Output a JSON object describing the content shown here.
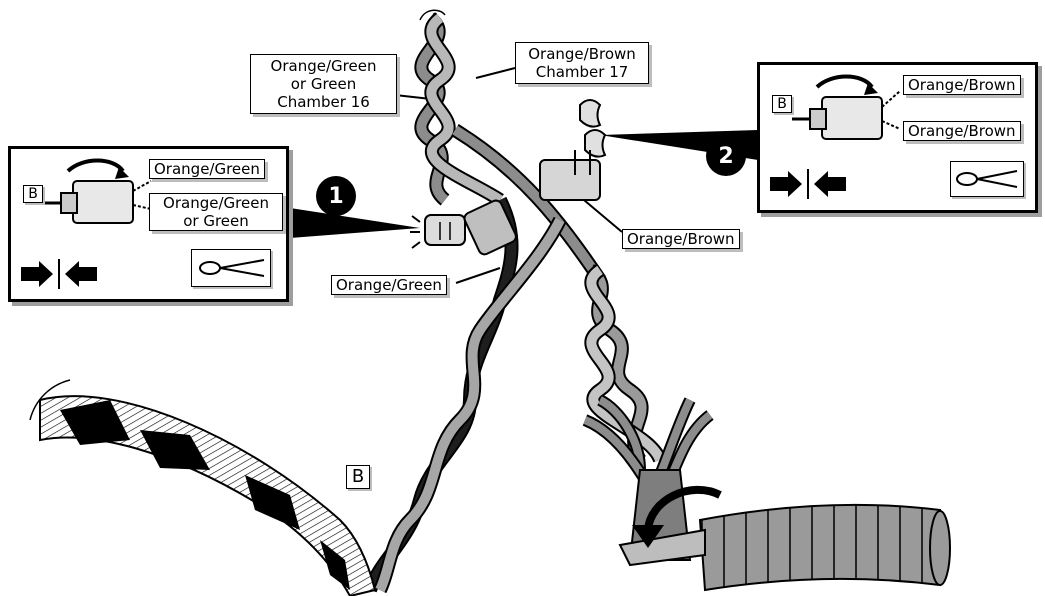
{
  "labels": {
    "top_left": "Orange/Green\nor Green\nChamber 16",
    "top_right": "Orange/Brown\nChamber 17",
    "mid_right": "Orange/Brown",
    "mid_left": "Orange/Green"
  },
  "panel1": {
    "badge": "1",
    "wire_a": "Orange/Green",
    "wire_b": "Orange/Green\nor Green",
    "connector_tag": "B"
  },
  "panel2": {
    "badge": "2",
    "wire_a": "Orange/Brown",
    "wire_b": "Orange/Brown",
    "connector_tag": "B"
  },
  "cable_tag": "B",
  "icons": [
    "twisted-wire-pair-icon",
    "connector-icon",
    "crimp-pliers-icon",
    "push-together-arrows-icon",
    "rotation-arrow-icon",
    "insulating-tape-icon"
  ]
}
